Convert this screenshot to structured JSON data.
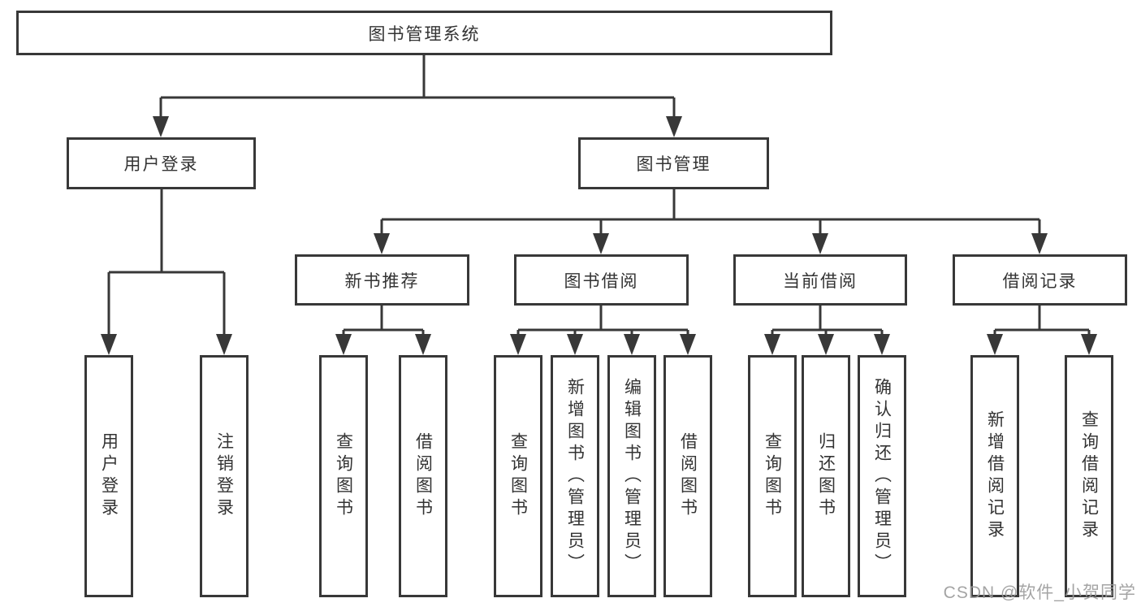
{
  "root": "图书管理系统",
  "level2": [
    "用户登录",
    "图书管理"
  ],
  "level3": [
    "新书推荐",
    "图书借阅",
    "当前借阅",
    "借阅记录"
  ],
  "leaves": [
    "用户登录",
    "注销登录",
    "查询图书",
    "借阅图书",
    "查询图书",
    "新增图书（管理员）",
    "编辑图书（管理员）",
    "借阅图书",
    "查询图书",
    "归还图书",
    "确认归还（管理员）",
    "新增借阅记录",
    "查询借阅记录"
  ],
  "watermark": "CSDN @软件_小贺同学",
  "colors": {
    "line": "#383838",
    "text": "#333333",
    "background": "#ffffff",
    "watermark": "#9b9b9b"
  }
}
